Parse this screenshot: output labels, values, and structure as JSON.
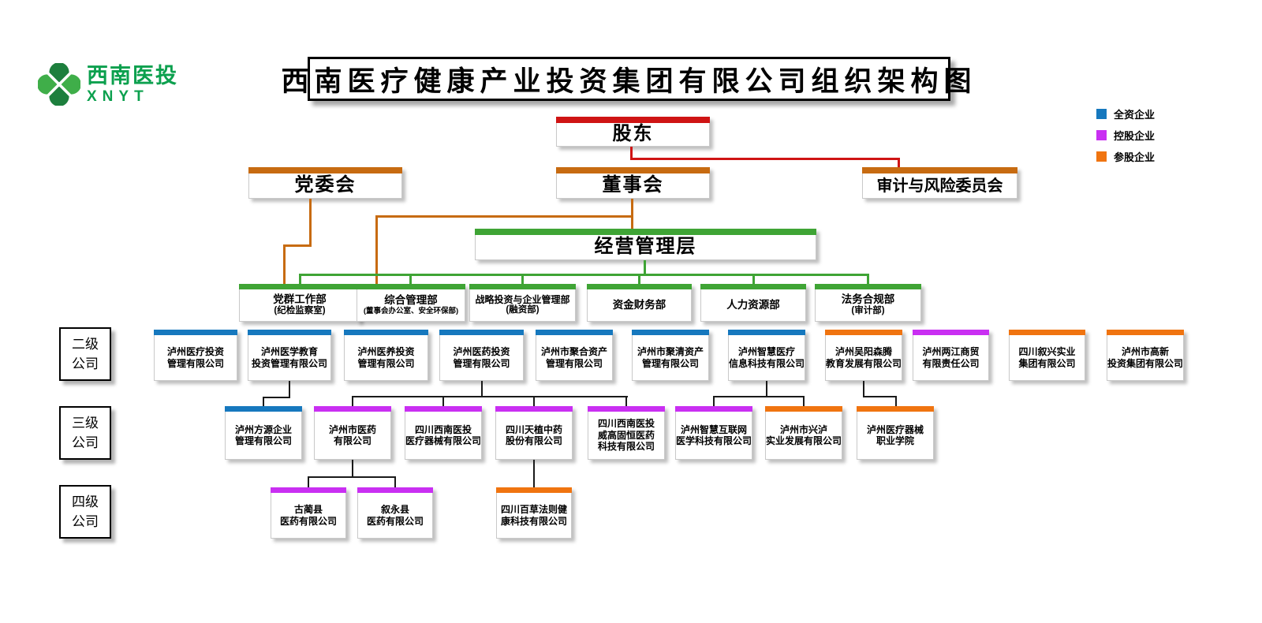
{
  "palette": {
    "wholly": "#1678be",
    "holding": "#c92ff2",
    "participating": "#f07410",
    "committee": "#c76b11",
    "red": "#cf1414",
    "green": "#3fa435",
    "line": "#1a1a1a"
  },
  "logo": {
    "brand": "西南医投",
    "abbr": "XNYT"
  },
  "title": "西南医疗健康产业投资集团有限公司组织架构图",
  "legend": [
    {
      "label": "全资企业",
      "type": "wholly"
    },
    {
      "label": "控股企业",
      "type": "holding"
    },
    {
      "label": "参股企业",
      "type": "participating"
    }
  ],
  "top": {
    "shareholder": "股东",
    "party_committee": "党委会",
    "board": "董事会",
    "audit_risk_committee": "审计与风险委员会",
    "management": "经营管理层"
  },
  "tier_labels": {
    "tier2": "二级\n公司",
    "tier3": "三级\n公司",
    "tier4": "四级\n公司"
  },
  "departments": [
    {
      "name": "党群工作部",
      "sub": "(纪检监察室)"
    },
    {
      "name": "综合管理部",
      "sub": "(董事会办公室、安全环保部)"
    },
    {
      "name": "战略投资与企业管理部",
      "sub": "(融资部)"
    },
    {
      "name": "资金财务部",
      "sub": ""
    },
    {
      "name": "人力资源部",
      "sub": ""
    },
    {
      "name": "法务合规部",
      "sub": "(审计部)"
    }
  ],
  "tier2": [
    {
      "name": "泸州医疗投资\n管理有限公司",
      "type": "wholly"
    },
    {
      "name": "泸州医学教育\n投资管理有限公司",
      "type": "wholly"
    },
    {
      "name": "泸州医养投资\n管理有限公司",
      "type": "wholly"
    },
    {
      "name": "泸州医药投资\n管理有限公司",
      "type": "wholly"
    },
    {
      "name": "泸州市聚合资产\n管理有限公司",
      "type": "wholly"
    },
    {
      "name": "泸州市聚清资产\n管理有限公司",
      "type": "wholly"
    },
    {
      "name": "泸州智慧医疗\n信息科技有限公司",
      "type": "wholly"
    },
    {
      "name": "泸州吴阳森腾\n教育发展有限公司",
      "type": "participating"
    },
    {
      "name": "泸州两江商贸\n有限责任公司",
      "type": "holding"
    },
    {
      "name": "四川叙兴实业\n集团有限公司",
      "type": "participating"
    },
    {
      "name": "泸州市高新\n投资集团有限公司",
      "type": "participating"
    }
  ],
  "tier3": [
    {
      "name": "泸州方源企业\n管理有限公司",
      "type": "wholly"
    },
    {
      "name": "泸州市医药\n有限公司",
      "type": "holding"
    },
    {
      "name": "四川西南医投\n医疗器械有限公司",
      "type": "holding"
    },
    {
      "name": "四川天植中药\n股份有限公司",
      "type": "holding"
    },
    {
      "name": "四川西南医投\n威高固恒医药\n科技有限公司",
      "type": "holding"
    },
    {
      "name": "泸州智慧互联网\n医学科技有限公司",
      "type": "holding"
    },
    {
      "name": "泸州市兴泸\n实业发展有限公司",
      "type": "participating"
    },
    {
      "name": "泸州医疗器械\n职业学院",
      "type": "participating"
    }
  ],
  "tier4": [
    {
      "name": "古蔺县\n医药有限公司",
      "type": "holding"
    },
    {
      "name": "叙永县\n医药有限公司",
      "type": "holding"
    },
    {
      "name": "四川百草法则健\n康科技有限公司",
      "type": "participating"
    }
  ]
}
